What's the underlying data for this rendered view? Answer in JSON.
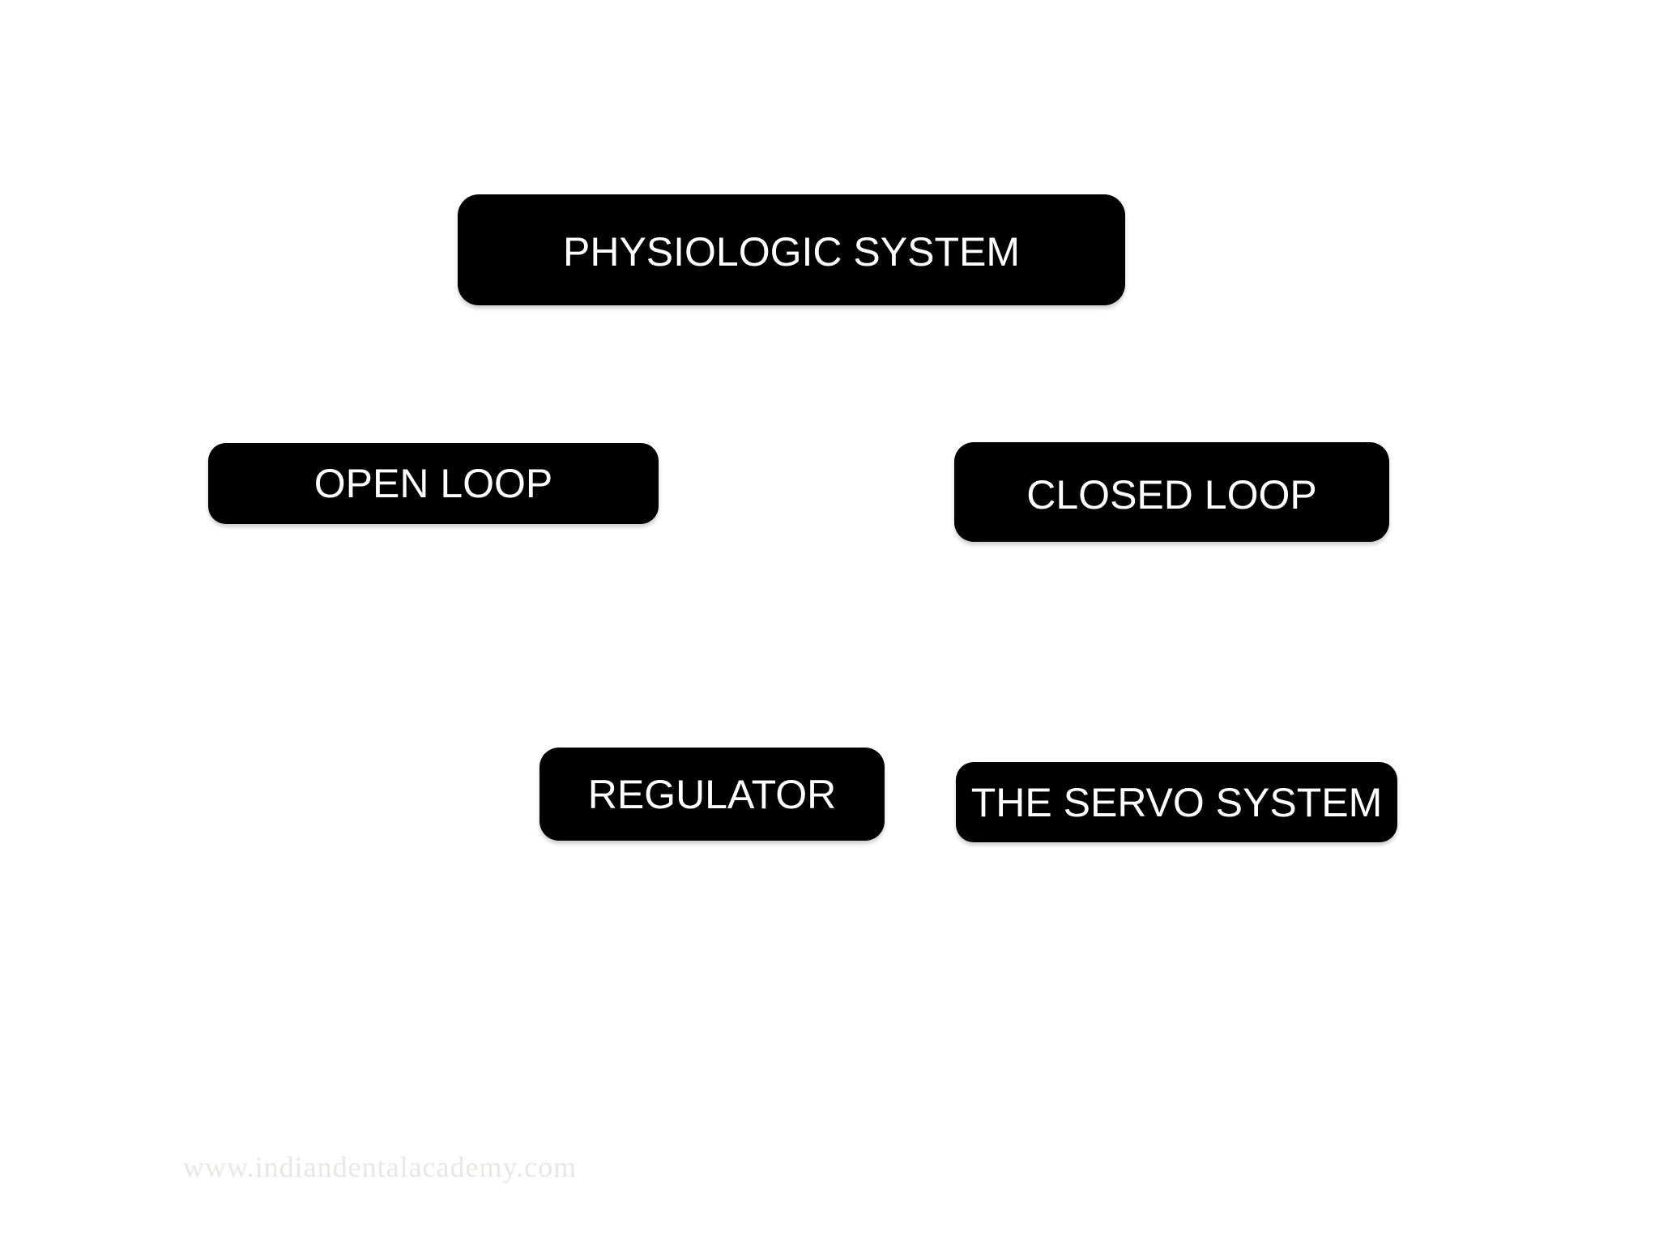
{
  "slide": {
    "colors": {
      "background": "#ffffff",
      "node_fill": "#000000",
      "node_text": "#ffffff",
      "watermark_text": "#e7e7e4"
    },
    "nodes": [
      {
        "id": "physiologic-system",
        "label": "PHYSIOLOGIC SYSTEM"
      },
      {
        "id": "open-loop",
        "label": "OPEN LOOP"
      },
      {
        "id": "closed-loop",
        "label": "CLOSED LOOP"
      },
      {
        "id": "regulator",
        "label": "REGULATOR"
      },
      {
        "id": "servo-system",
        "label": "THE SERVO SYSTEM"
      }
    ],
    "watermark": "www.indiandentalacademy.com"
  }
}
